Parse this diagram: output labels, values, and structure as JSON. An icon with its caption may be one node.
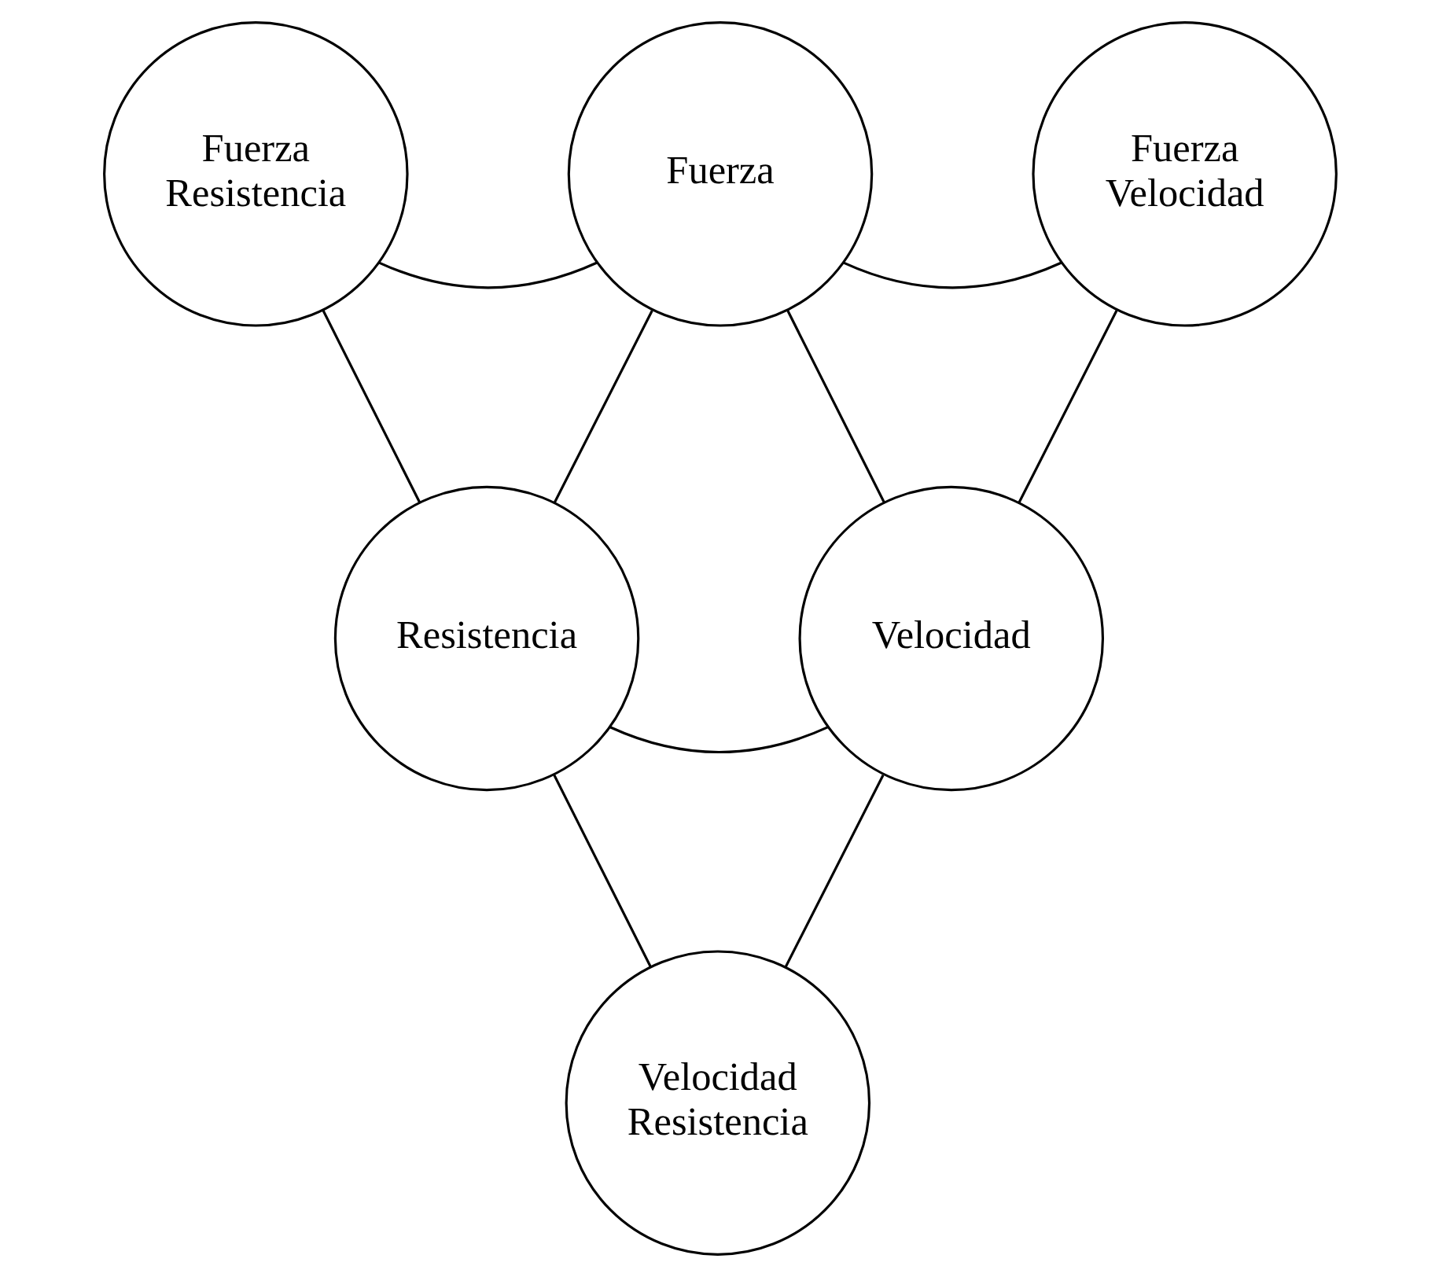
{
  "diagram": {
    "nodes": [
      {
        "text": [
          "Fuerza Resistencia"
        ]
      },
      {
        "text": [
          "Fuerza"
        ]
      },
      {
        "text": [
          "Fuerza Velocidad"
        ]
      },
      {
        "text": [
          "Resistencia"
        ]
      },
      {
        "text": [
          "Velocidad"
        ]
      },
      {
        "text": [
          "Velocidad Resistencia"
        ]
      }
    ],
    "edges": [
      {
        "from": 0,
        "to": 1,
        "arrow": "none"
      },
      {
        "from": 1,
        "to": 2,
        "arrow": "none"
      },
      {
        "from": 0,
        "to": 3,
        "arrow": "none"
      },
      {
        "from": 2,
        "to": 4,
        "arrow": "none"
      },
      {
        "from": 1,
        "to": 3,
        "arrow": "none"
      },
      {
        "from": 1,
        "to": 4,
        "arrow": "none"
      },
      {
        "from": 3,
        "to": 4,
        "arrow": "none"
      },
      {
        "from": 3,
        "to": 5,
        "arrow": "none"
      },
      {
        "from": 4,
        "to": 5,
        "arrow": "none"
      }
    ]
  }
}
